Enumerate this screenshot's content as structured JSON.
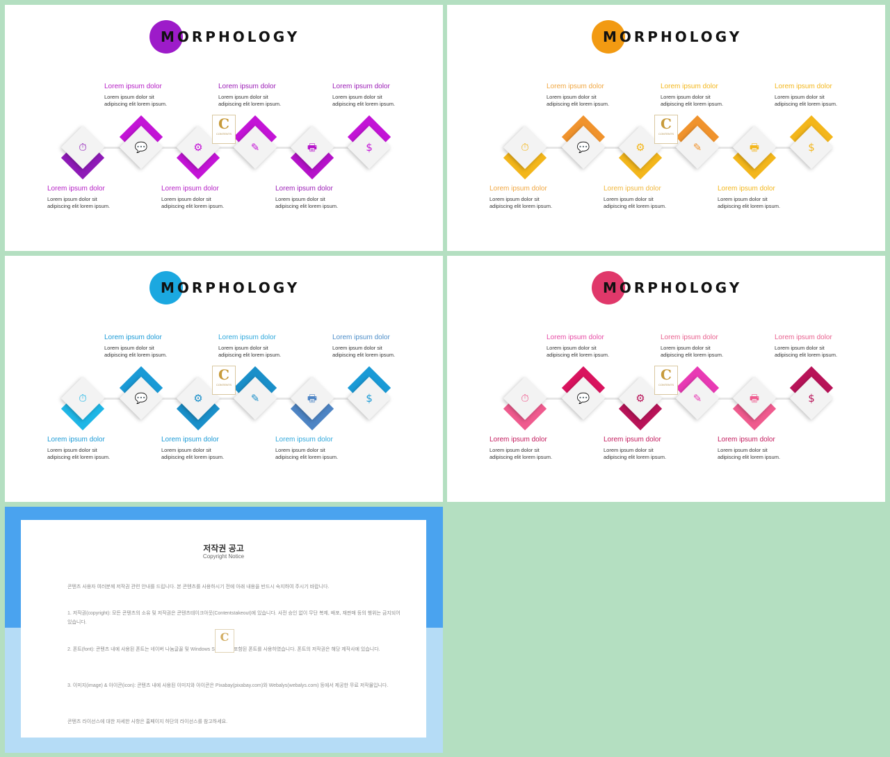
{
  "slides": [
    {
      "title": "MORPHOLOGY",
      "colors": {
        "circle": "#9d1bc9",
        "nodes": [
          "#8e1ab7",
          "#c314d6",
          "#c314d6",
          "#c314d6",
          "#b512c9",
          "#c314d6"
        ],
        "titles": [
          "#b51fc5",
          "#b51fc5",
          "#b51fc5",
          "#9b1db6",
          "#9b1db6",
          "#9b1db6"
        ]
      },
      "items": [
        {
          "title": "Lorem ipsum dolor",
          "desc": "Lorem ipsum dolor sit\nadipiscing elit lorem ipsum."
        },
        {
          "title": "Lorem ipsum dolor",
          "desc": "Lorem ipsum dolor sit\nadipiscing elit lorem ipsum."
        },
        {
          "title": "Lorem ipsum dolor",
          "desc": "Lorem ipsum dolor sit\nadipiscing elit lorem ipsum."
        },
        {
          "title": "Lorem ipsum dolor",
          "desc": "Lorem ipsum dolor sit\nadipiscing elit lorem ipsum."
        },
        {
          "title": "Lorem ipsum dolor",
          "desc": "Lorem ipsum dolor sit\nadipiscing elit lorem ipsum."
        },
        {
          "title": "Lorem ipsum dolor",
          "desc": "Lorem ipsum dolor sit\nadipiscing elit lorem ipsum."
        }
      ]
    },
    {
      "title": "MORPHOLOGY",
      "colors": {
        "circle": "#f29a12",
        "nodes": [
          "#f3b61b",
          "#f0932d",
          "#f3b61b",
          "#f0932d",
          "#f3b61b",
          "#f3b61b"
        ],
        "titles": [
          "#f0a640",
          "#f0a640",
          "#f0b63a",
          "#f3b61b",
          "#f3b61b",
          "#f3b61b"
        ]
      },
      "items": [
        {
          "title": "Lorem ipsum dolor",
          "desc": "Lorem ipsum dolor sit\nadipiscing elit lorem ipsum."
        },
        {
          "title": "Lorem ipsum dolor",
          "desc": "Lorem ipsum dolor sit\nadipiscing elit lorem ipsum."
        },
        {
          "title": "Lorem ipsum dolor",
          "desc": "Lorem ipsum dolor sit\nadipiscing elit lorem ipsum."
        },
        {
          "title": "Lorem ipsum dolor",
          "desc": "Lorem ipsum dolor sit\nadipiscing elit lorem ipsum."
        },
        {
          "title": "Lorem ipsum dolor",
          "desc": "Lorem ipsum dolor sit\nadipiscing elit lorem ipsum."
        },
        {
          "title": "Lorem ipsum dolor",
          "desc": "Lorem ipsum dolor sit\nadipiscing elit lorem ipsum."
        }
      ]
    },
    {
      "title": "MORPHOLOGY",
      "colors": {
        "circle": "#1ba8e0",
        "nodes": [
          "#1eb6e6",
          "#1a9ad6",
          "#1a8fc9",
          "#1a8fc9",
          "#4d84c4",
          "#1a9ad6"
        ],
        "titles": [
          "#1a9ad6",
          "#1a9ad6",
          "#1a9ad6",
          "#2fa8dc",
          "#2fa8dc",
          "#4d8ec9"
        ]
      },
      "items": [
        {
          "title": "Lorem ipsum dolor",
          "desc": "Lorem ipsum dolor sit\nadipiscing elit lorem ipsum."
        },
        {
          "title": "Lorem ipsum dolor",
          "desc": "Lorem ipsum dolor sit\nadipiscing elit lorem ipsum."
        },
        {
          "title": "Lorem ipsum dolor",
          "desc": "Lorem ipsum dolor sit\nadipiscing elit lorem ipsum."
        },
        {
          "title": "Lorem ipsum dolor",
          "desc": "Lorem ipsum dolor sit\nadipiscing elit lorem ipsum."
        },
        {
          "title": "Lorem ipsum dolor",
          "desc": "Lorem ipsum dolor sit\nadipiscing elit lorem ipsum."
        },
        {
          "title": "Lorem ipsum dolor",
          "desc": "Lorem ipsum dolor sit\nadipiscing elit lorem ipsum."
        }
      ]
    },
    {
      "title": "MORPHOLOGY",
      "colors": {
        "circle": "#e0386a",
        "nodes": [
          "#ef5b8e",
          "#d9135e",
          "#b81358",
          "#e83ab4",
          "#ef5b8e",
          "#b81358"
        ],
        "titles": [
          "#c2185b",
          "#e64aa4",
          "#c2185b",
          "#e8608e",
          "#c2185b",
          "#e8608e"
        ]
      },
      "items": [
        {
          "title": "Lorem ipsum dolor",
          "desc": "Lorem ipsum dolor sit\nadipiscing elit lorem ipsum."
        },
        {
          "title": "Lorem ipsum dolor",
          "desc": "Lorem ipsum dolor sit\nadipiscing elit lorem ipsum."
        },
        {
          "title": "Lorem ipsum dolor",
          "desc": "Lorem ipsum dolor sit\nadipiscing elit lorem ipsum."
        },
        {
          "title": "Lorem ipsum dolor",
          "desc": "Lorem ipsum dolor sit\nadipiscing elit lorem ipsum."
        },
        {
          "title": "Lorem ipsum dolor",
          "desc": "Lorem ipsum dolor sit\nadipiscing elit lorem ipsum."
        },
        {
          "title": "Lorem ipsum dolor",
          "desc": "Lorem ipsum dolor sit\nadipiscing elit lorem ipsum."
        }
      ]
    }
  ],
  "node_icons": [
    "truck-clock-icon",
    "chat-bubbles-icon",
    "gear-arrow-icon",
    "pencil-ruler-icon",
    "printer-icon",
    "money-icon"
  ],
  "icon_glyphs": [
    "⏱",
    "💬",
    "⚙",
    "✎",
    "🖶",
    "$"
  ],
  "logo": {
    "letter": "C",
    "text": "CONTENTS"
  },
  "notice": {
    "title": "저작권 공고",
    "subtitle": "Copyright Notice",
    "paragraphs": [
      "콘텐츠 사용자 여러분께 저작권 관련 안내를 드립니다. 본 콘텐츠를 사용하시기 전에 아래 내용을 반드시 숙지하여 주시기 바랍니다.",
      "1. 저작권(copyright): 모든 콘텐츠의 소유 및 저작권은 콘텐츠테이크아웃(Contentstakeout)에 있습니다. 사전 승인 없이 무단 복제, 배포, 재판매 등의 행위는 금지되어 있습니다.",
      "2. 폰트(font): 콘텐츠 내에 사용된 폰트는 네이버 나눔글꼴 및 Windows System에 포함된 폰트를 사용하였습니다. 폰트의 저작권은 해당 제작사에 있습니다.",
      "3. 이미지(image) & 아이콘(icon): 콘텐츠 내에 사용된 이미지와 아이콘은 Pixabay(pixabay.com)와 Webalys(webalys.com) 등에서 제공한 무료 저작물입니다.",
      "콘텐츠 라이선스에 대한 자세한 사항은 홈페이지 하단의 라이선스를 참고하세요."
    ]
  }
}
